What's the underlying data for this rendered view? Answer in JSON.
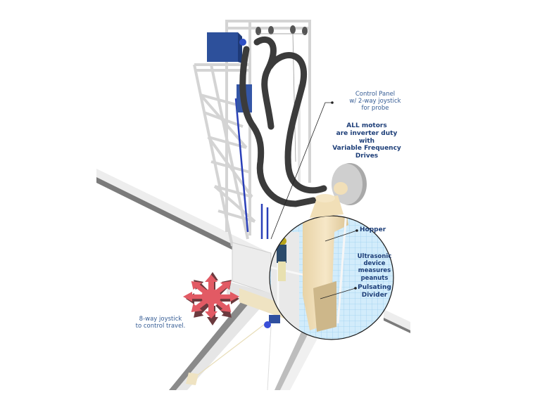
{
  "figure": {
    "title": "Peanut sampling probe machine on gantry",
    "colors": {
      "frame": "#f2f2f2",
      "frame_edge": "#c8c8c8",
      "beam_top": "#eeeeee",
      "beam_side": "#7a7a7a",
      "motor_blue": "#2b4f9a",
      "hose": "#3a3a3a",
      "hopper": "#f0dfb8",
      "grid_bg": "#cfe9fa",
      "grid_line": "#9fd0f0",
      "joystick_red": "#e25a64",
      "label_text": "#1f3f7a",
      "circle_outline": "#1a1a1a"
    }
  },
  "labels": {
    "control_panel": {
      "line1": "Control Panel",
      "line2": "w/ 2-way joystick",
      "line3": "for probe"
    },
    "motors_note": {
      "line1": "ALL motors",
      "line2": "are inverter duty",
      "line3": "with",
      "line4": "Variable Frequency",
      "line5": "Drives"
    },
    "hopper": "Hopper",
    "ultrasonic": {
      "line1": "Ultrasonic",
      "line2": "device",
      "line3": "measures peanuts"
    },
    "pulsating_divider": {
      "line1": "Pulsating",
      "line2": "Divider"
    },
    "joystick": {
      "line1": "8-way joystick",
      "line2": "to control travel."
    }
  },
  "icons": {
    "joystick": "eight-way-arrow-icon"
  }
}
